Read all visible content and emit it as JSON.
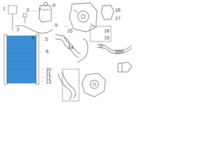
{
  "callouts": {
    "c1": "1",
    "c2": "2",
    "c3": "3",
    "c4": "4",
    "c5": "5",
    "c6": "6",
    "c7": "7",
    "c8": "8",
    "c9": "9",
    "c10": "10",
    "c11": "11",
    "c12": "12",
    "c13": "13",
    "c14": "14",
    "c15": "15",
    "c16": "16",
    "c17": "17",
    "c18": "18",
    "c19": "19",
    "c20": "20"
  },
  "colors": {
    "line": "#555555",
    "radiator_fill": "#3b8fd6",
    "radiator_stroke": "#1f6fb5"
  }
}
